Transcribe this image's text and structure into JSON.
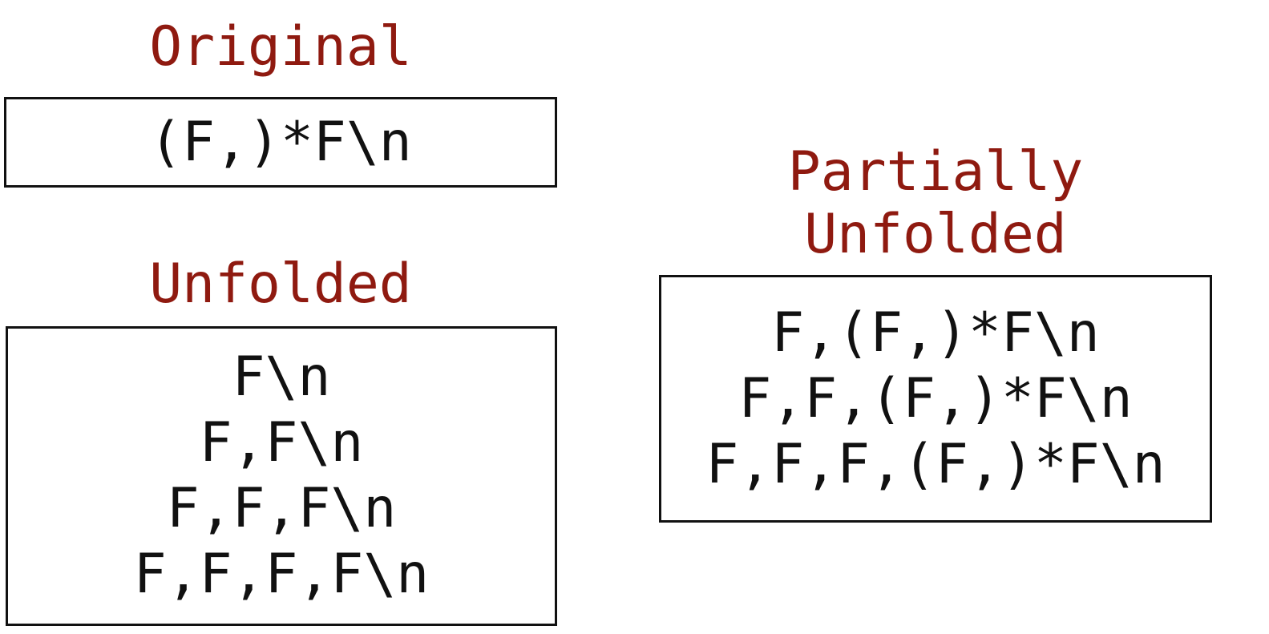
{
  "colors": {
    "title": "#8f1a10",
    "text": "#111111",
    "border": "#111111",
    "background": "#ffffff"
  },
  "original": {
    "title": "Original",
    "lines": [
      "(F,)*F\\n"
    ]
  },
  "unfolded": {
    "title": "Unfolded",
    "lines": [
      "F\\n",
      "F,F\\n",
      "F,F,F\\n",
      "F,F,F,F\\n"
    ]
  },
  "partially_unfolded": {
    "title_lines": [
      "Partially",
      "Unfolded"
    ],
    "lines": [
      "F,(F,)*F\\n",
      "F,F,(F,)*F\\n",
      "F,F,F,(F,)*F\\n"
    ]
  }
}
